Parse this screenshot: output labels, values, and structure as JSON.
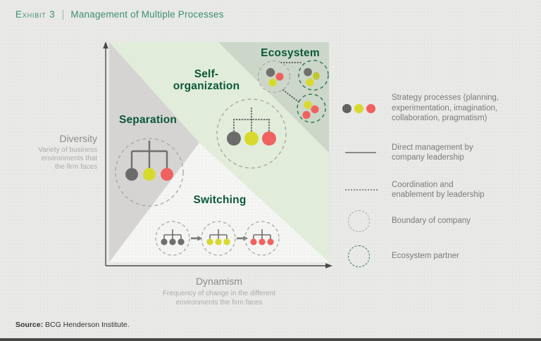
{
  "header": {
    "exhibit_label": "Exhibit 3",
    "separator": "|",
    "title": "Management of Multiple Processes"
  },
  "quadrant": {
    "regions": {
      "separation": {
        "label": "Separation"
      },
      "self_organization": {
        "label_line1": "Self-",
        "label_line2": "organization"
      },
      "ecosystem": {
        "label": "Ecosystem"
      },
      "switching": {
        "label": "Switching"
      }
    }
  },
  "axes": {
    "y": {
      "label": "Diversity",
      "sublabel_lines": [
        "Variety of business",
        "environments that",
        "the firm faces"
      ]
    },
    "x": {
      "label": "Dynamism",
      "sublabel_lines": [
        "Frequency of change in the different",
        "environments the firm faces"
      ]
    }
  },
  "legend": {
    "items": [
      {
        "symbol": "strategy-process-dots",
        "lines": [
          "Strategy processes (planning,",
          "experimentation, imagination,",
          "collaboration, pragmatism)"
        ]
      },
      {
        "symbol": "solid-line",
        "lines": [
          "Direct management by",
          "company leadership"
        ]
      },
      {
        "symbol": "dotted-line",
        "lines": [
          "Coordination and",
          "enablement by leadership"
        ]
      },
      {
        "symbol": "dashed-grey-circle",
        "lines": [
          "Boundary of company"
        ]
      },
      {
        "symbol": "dashed-green-circle",
        "lines": [
          "Ecosystem partner"
        ]
      }
    ]
  },
  "source": {
    "prefix": "Source:",
    "text": "BCG Henderson Institute."
  },
  "colors": {
    "title_green": "#3c8e6f",
    "region_label_green": "#0b5838",
    "region_grey": "#d5d4d2",
    "region_light_green": "#e2ecdb",
    "region_sage": "#ccd7ca",
    "region_white": "#f5f5f3",
    "dot_grey": "#6f6f6d",
    "dot_yellow": "#d7da2d",
    "dot_red": "#f0625f",
    "dashed_circle_grey": "#a9a9a7",
    "dashed_circle_green": "#2e7d52",
    "axis_grey": "#4a4a48",
    "legend_text_grey": "#7b7b79",
    "background": "#e9e9e7"
  }
}
